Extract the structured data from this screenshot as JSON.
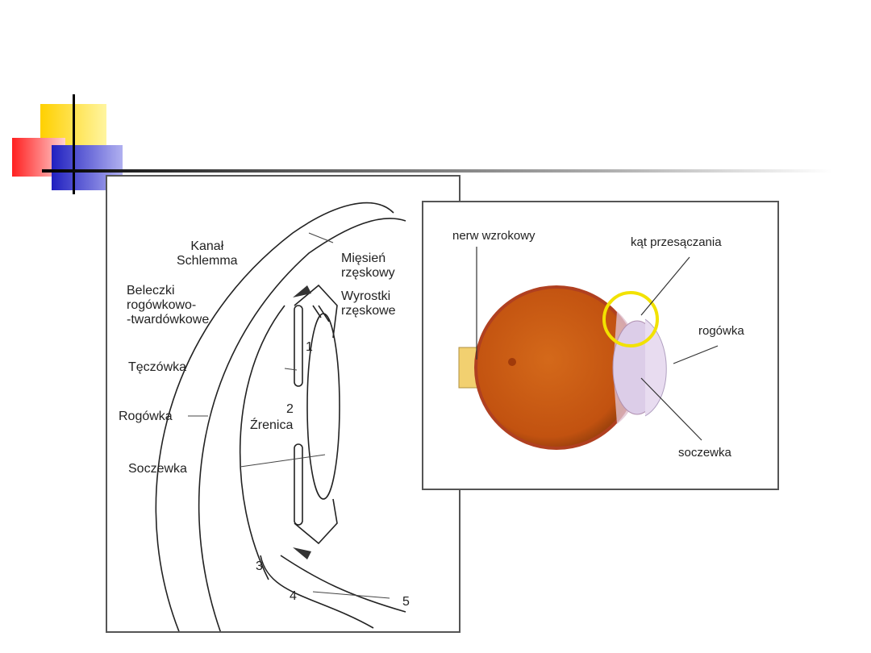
{
  "left_diagram": {
    "labels": {
      "kanal_1": "Kanał",
      "kanal_2": "Schlemma",
      "beleczki_1": "Beleczki",
      "beleczki_2": "rogówkowo-",
      "beleczki_3": "-twardówkowe",
      "miesien_1": "Mięsień",
      "miesien_2": "rzęskowy",
      "wyrostki_1": "Wyrostki",
      "wyrostki_2": "rzęskowe",
      "teczowka": "Tęczówka",
      "rogowka": "Rogówka",
      "zrenica": "Źrenica",
      "soczewka": "Soczewka",
      "n1": "1",
      "n2": "2",
      "n3": "3",
      "n4": "4",
      "n5": "5"
    }
  },
  "right_diagram": {
    "labels": {
      "nerw": "nerw wzrokowy",
      "kat": "kąt przesączania",
      "rogowka": "rogówka",
      "soczewka": "soczewka"
    },
    "highlight_color": "#f2e200",
    "eye_color": "#d2691e"
  }
}
